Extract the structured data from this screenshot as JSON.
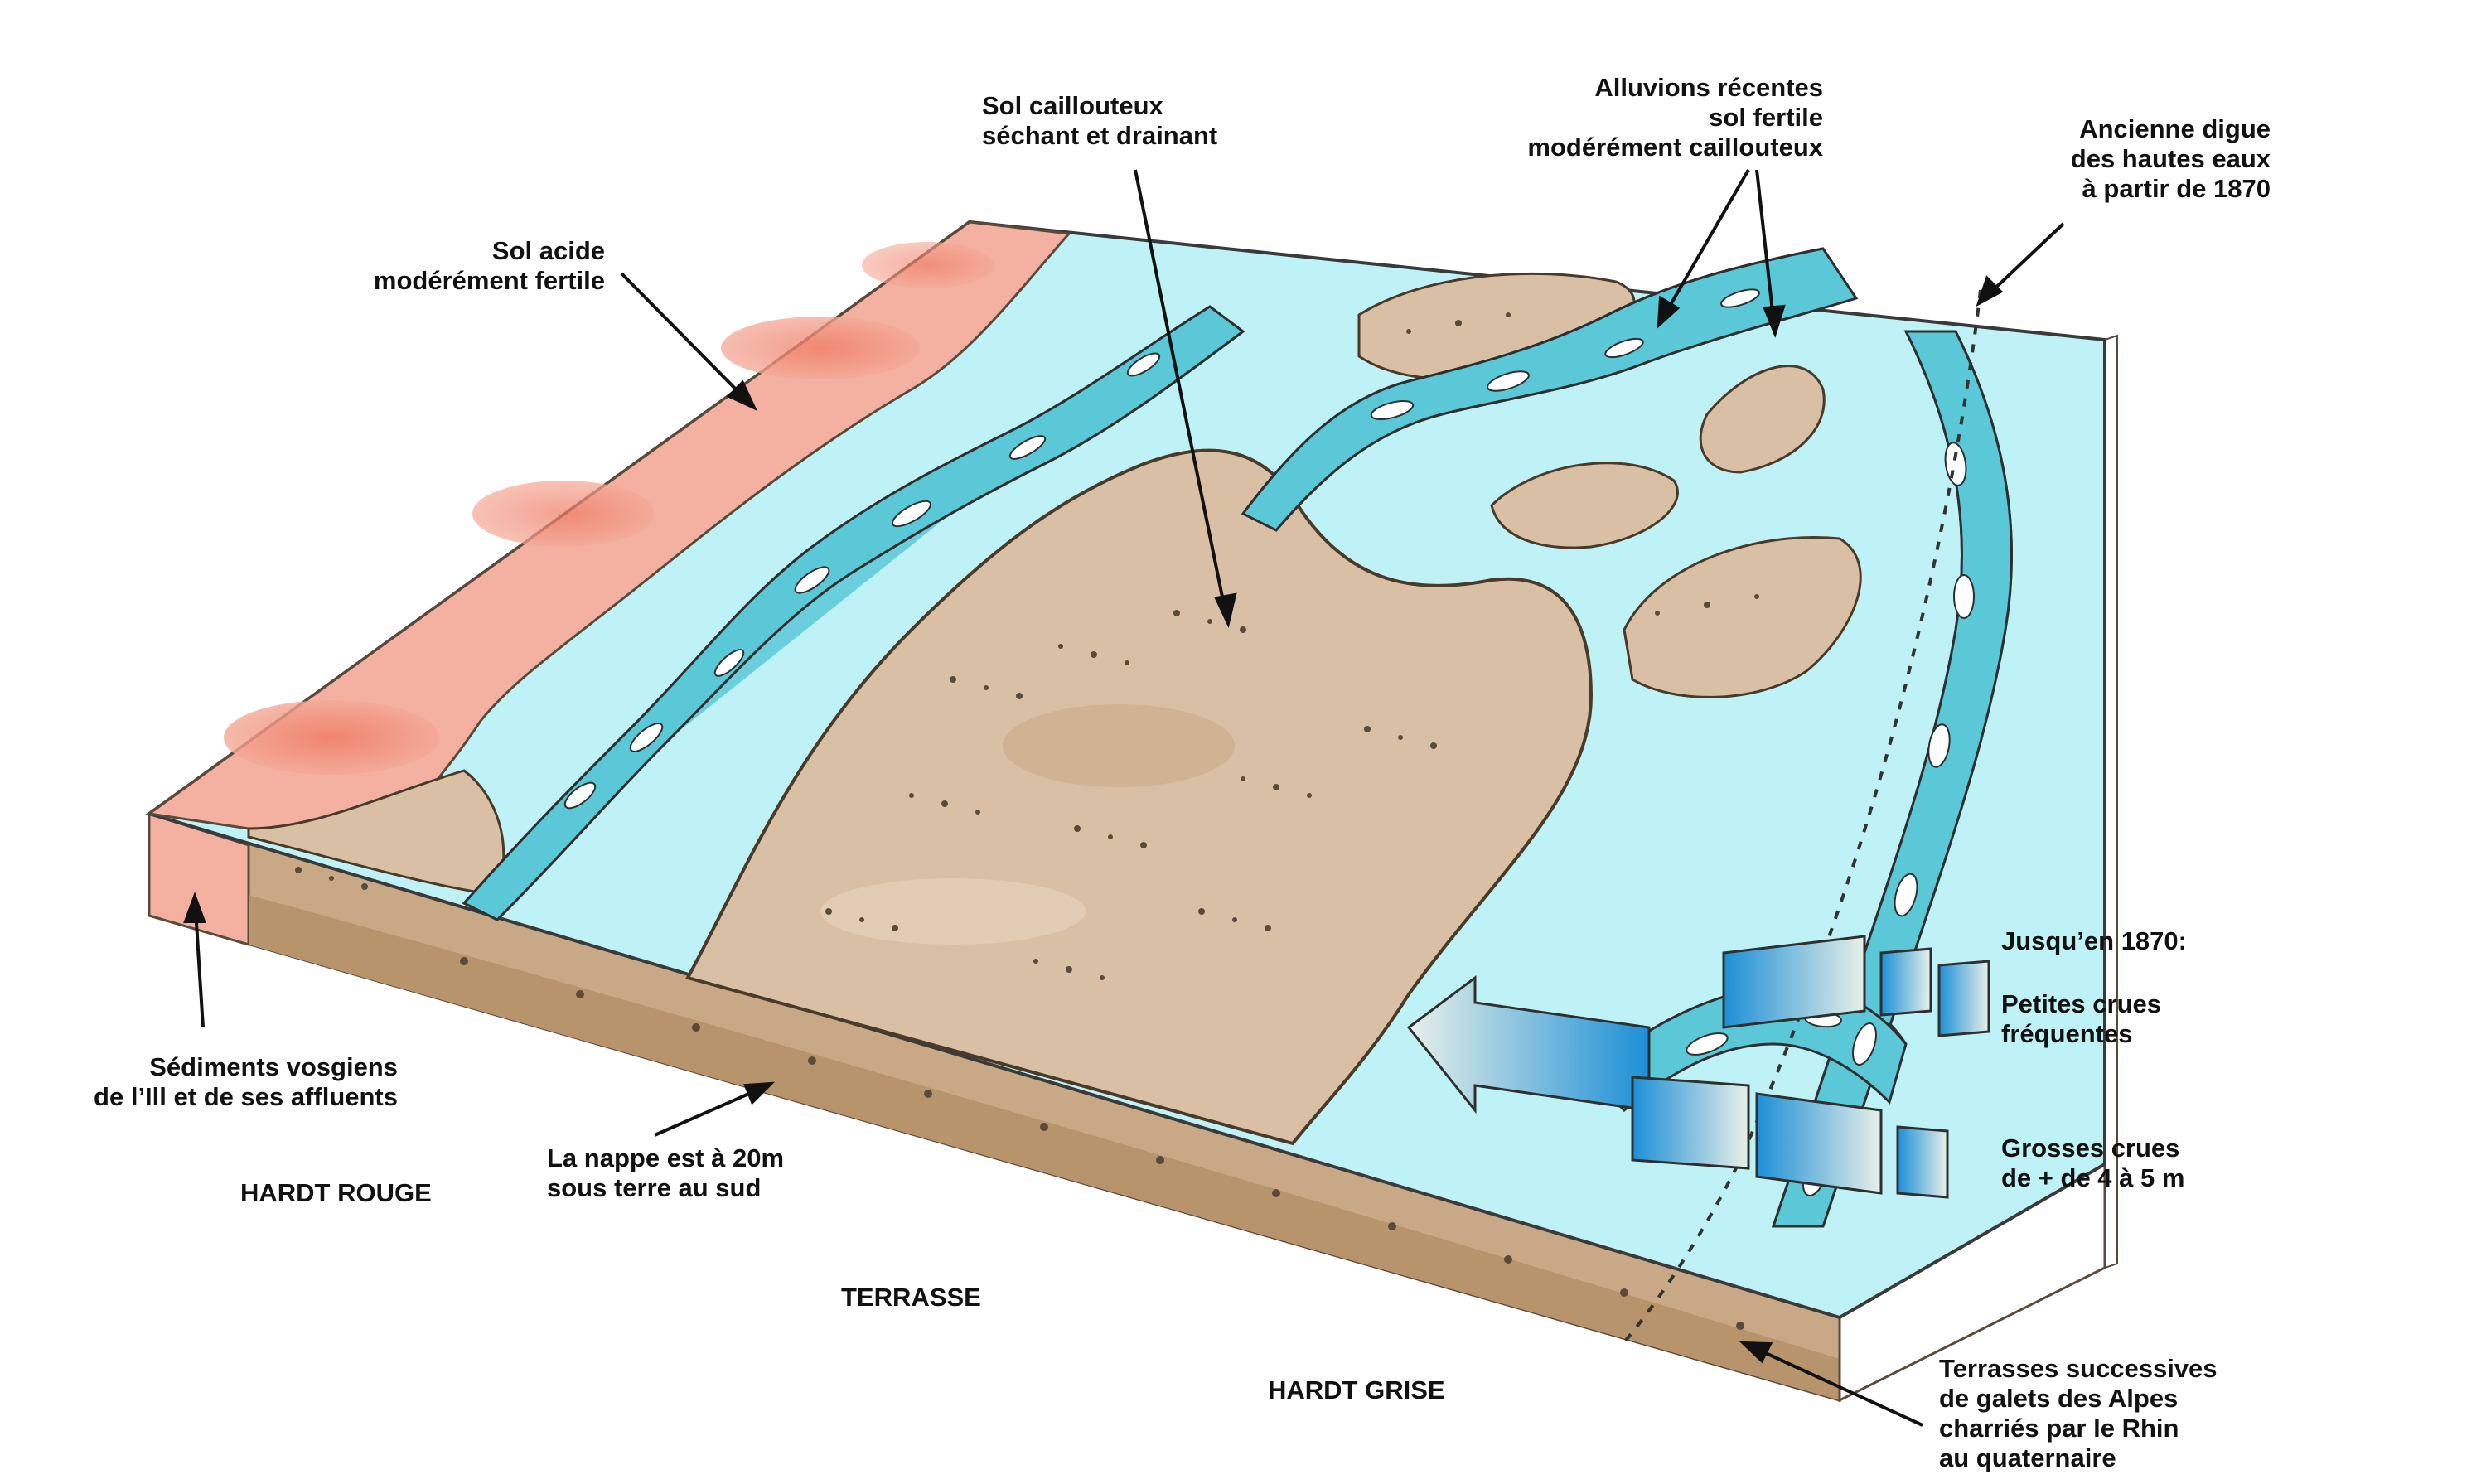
{
  "labels": {
    "sol_acide": [
      "Sol acide",
      "modérément fertile"
    ],
    "sol_caillouteux": [
      "Sol caillouteux",
      "séchant et drainant"
    ],
    "alluvions": [
      "Alluvions récentes",
      "sol fertile",
      "modérément caillouteux"
    ],
    "ancienne_digue": [
      "Ancienne digue",
      "des hautes eaux",
      "à partir de 1870"
    ],
    "jusqu": "Jusqu’en 1870:",
    "petites_crues": [
      "Petites crues",
      "fréquentes"
    ],
    "grosses_crues": [
      "Grosses crues",
      "de + de 4 à 5 m"
    ],
    "sediments": [
      "Sédiments vosgiens",
      "de l’Ill et de ses affluents"
    ],
    "nappe": [
      "La nappe est à 20m",
      "sous terre au sud"
    ],
    "hardt_rouge": "HARDT ROUGE",
    "terrasse": "TERRASSE",
    "hardt_grise": "HARDT GRISE",
    "terrasses_successives": [
      "Terrasses successives",
      "de galets des Alpes",
      "charriés par le Rhin",
      "au quaternaire"
    ]
  },
  "colors": {
    "water": "#bff2f6",
    "channel": "#5bc8d8",
    "acid_soil": "#f2a08e",
    "gravel_soil": "#d9c0a4",
    "side_face": "#c9a985",
    "arrow_blue": "#1c8fd6",
    "label_text": "#111111"
  }
}
